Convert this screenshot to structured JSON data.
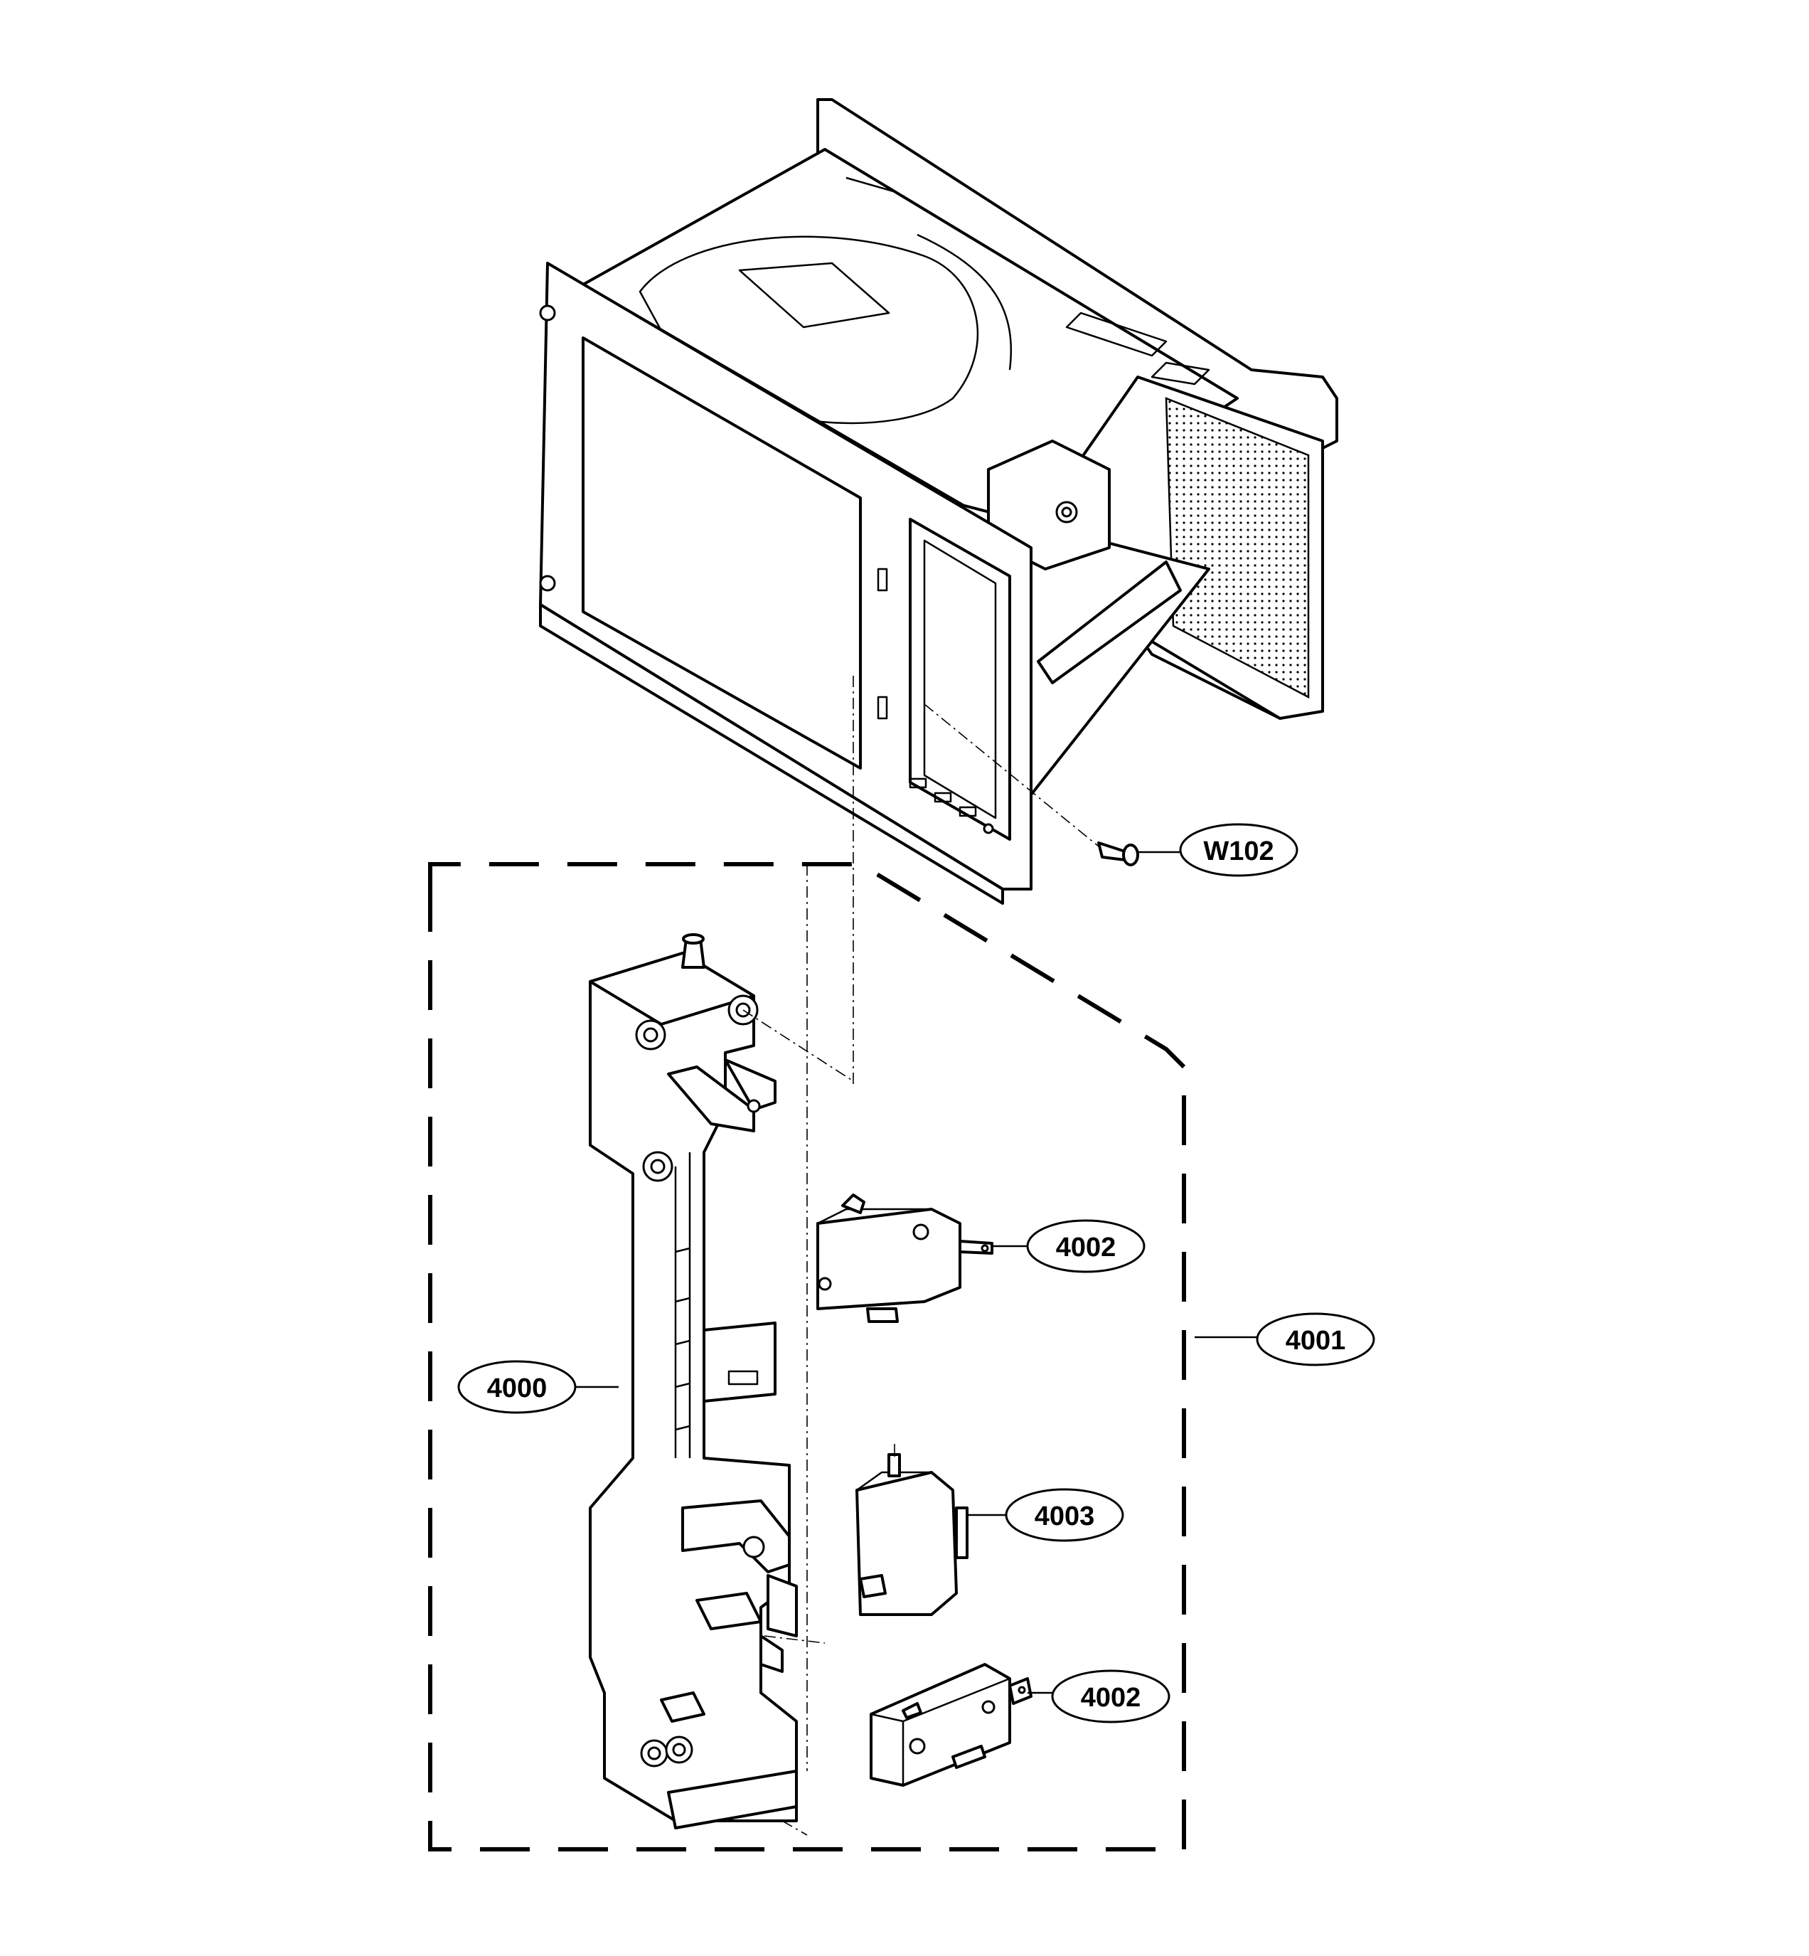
{
  "colors": {
    "line": "#000000",
    "background": "#ffffff"
  },
  "callouts": {
    "w102": "W102",
    "p4000": "4000",
    "p4001": "4001",
    "p4002_top": "4002",
    "p4003": "4003",
    "p4002_bottom": "4002"
  }
}
